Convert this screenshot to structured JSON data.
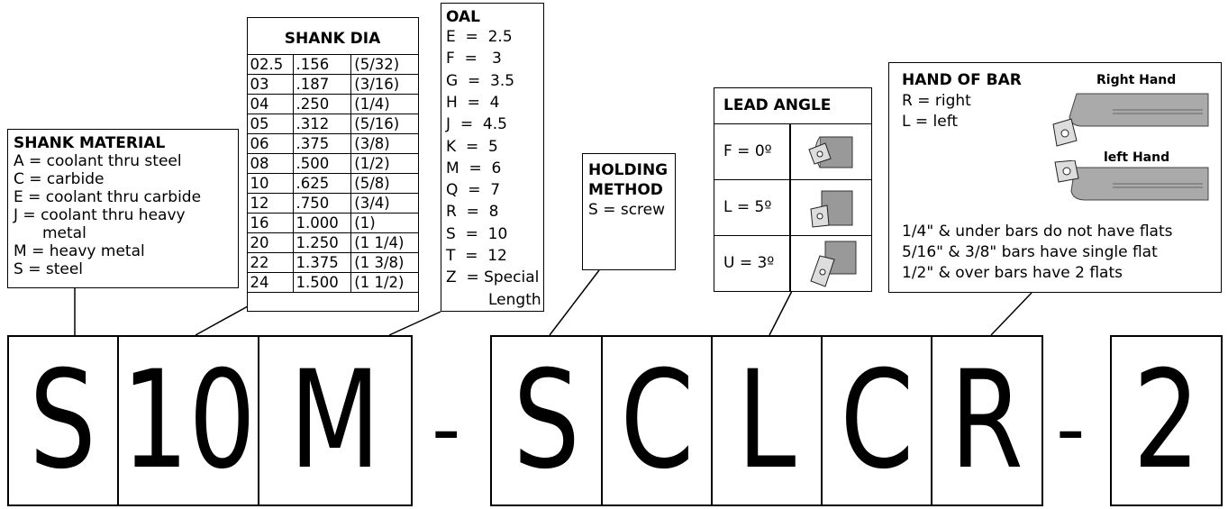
{
  "shank_material": {
    "title": "SHANK MATERIAL",
    "lines": [
      "A = coolant thru steel",
      "C = carbide",
      "E = coolant thru carbide",
      "J = coolant thru heavy",
      "metal",
      "M = heavy metal",
      "S = steel"
    ]
  },
  "shank_dia": {
    "title": "SHANK DIA",
    "rows": [
      [
        "02.5",
        ".156",
        "(5/32)"
      ],
      [
        "03",
        ".187",
        "(3/16)"
      ],
      [
        "04",
        ".250",
        "(1/4)"
      ],
      [
        "05",
        ".312",
        "(5/16)"
      ],
      [
        "06",
        ".375",
        "(3/8)"
      ],
      [
        "08",
        ".500",
        "(1/2)"
      ],
      [
        "10",
        ".625",
        "(5/8)"
      ],
      [
        "12",
        ".750",
        "(3/4)"
      ],
      [
        "16",
        "1.000",
        "(1)"
      ],
      [
        "20",
        "1.250",
        "(1 1/4)"
      ],
      [
        "22",
        "1.375",
        "(1 3/8)"
      ],
      [
        "24",
        "1.500",
        "(1 1/2)"
      ]
    ]
  },
  "oal": {
    "title": "OAL",
    "lines": [
      "E  =  2.5",
      "F  =   3",
      "G  =  3.5",
      "H  =  4",
      "J  =  4.5",
      "K  =  5",
      "M  =  6",
      "Q  =  7",
      "R  =  8",
      "S  =  10",
      "T  =  12",
      "Z  = Special",
      "Length"
    ]
  },
  "holding_method": {
    "title_line1": "HOLDING",
    "title_line2": "METHOD",
    "value": "S = screw"
  },
  "lead_angle": {
    "title": "LEAD ANGLE",
    "rows": [
      "F =  0º",
      "L =  5º",
      "U = 3º"
    ]
  },
  "hand_of_bar": {
    "title": "HAND OF BAR",
    "lines": [
      "R = right",
      "L = left"
    ],
    "right_label": "Right Hand",
    "left_label": "left Hand",
    "notes": [
      "1/4\" & under bars do not have flats",
      "5/16\" & 3/8\" bars have single flat",
      "1/2\" & over bars have 2 flats"
    ]
  },
  "code": {
    "chars": [
      "S",
      "10",
      "M",
      "S",
      "C",
      "L",
      "C",
      "R",
      "2"
    ],
    "separator": "-"
  }
}
